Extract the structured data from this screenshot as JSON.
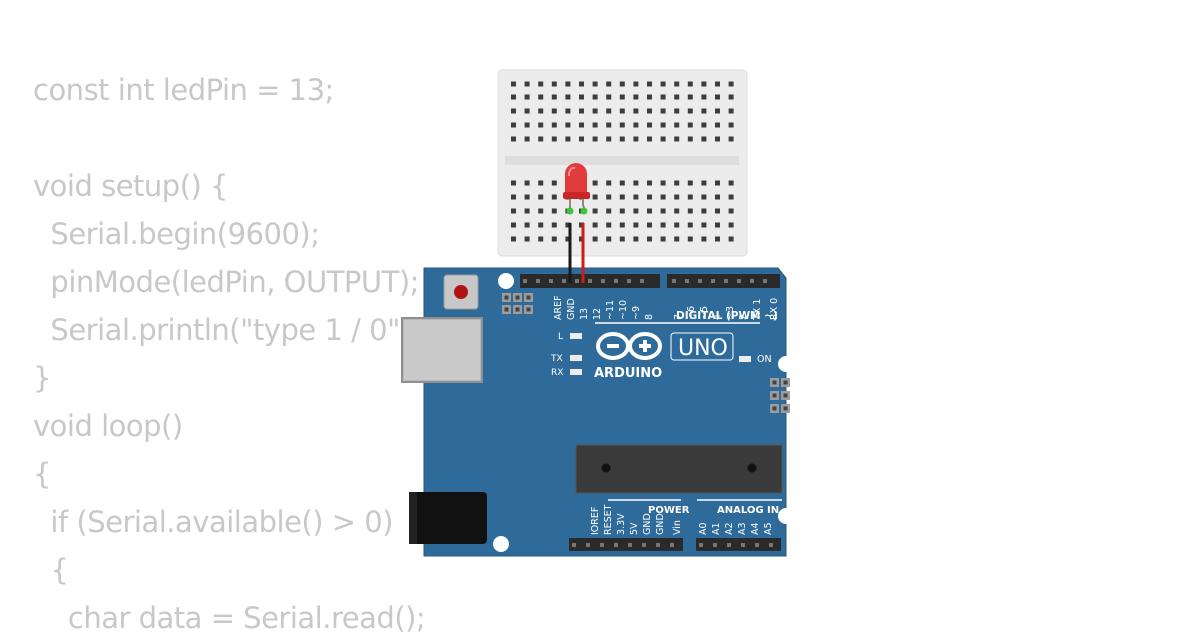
{
  "code_lines": [
    "const int ledPin = 13;",
    "",
    "void setup() {",
    "  Serial.begin(9600);",
    "  pinMode(ledPin, OUTPUT);",
    "  Serial.println(\"type 1 / 0\");",
    "}",
    "void loop()",
    "{",
    "  if (Serial.available() > 0)",
    "  {",
    "    char data = Serial.read();"
  ],
  "board": {
    "brand": "ARDUINO",
    "model": "UNO",
    "on_label": "ON",
    "led_l": "L",
    "led_tx": "TX",
    "led_rx": "RX",
    "digital_header": "DIGITAL (PWM ~)",
    "digital_pins": [
      "AREF",
      "GND",
      "13",
      "12",
      "~11",
      "~10",
      "~9",
      "8",
      "7",
      "~6",
      "~5",
      "4",
      "~3",
      "2",
      "TX 1",
      "RX 0"
    ],
    "power_header": "POWER",
    "power_pins": [
      "IOREF",
      "RESET",
      "3.3V",
      "5V",
      "GND",
      "GND",
      "Vin"
    ],
    "analog_header": "ANALOG IN",
    "analog_pins": [
      "A0",
      "A1",
      "A2",
      "A3",
      "A4",
      "A5"
    ],
    "color": "#2f6b9a"
  },
  "wires": {
    "ground_color": "#1a1a1a",
    "signal_color": "#d11a1a"
  },
  "led": {
    "color": "#e23b3b"
  }
}
